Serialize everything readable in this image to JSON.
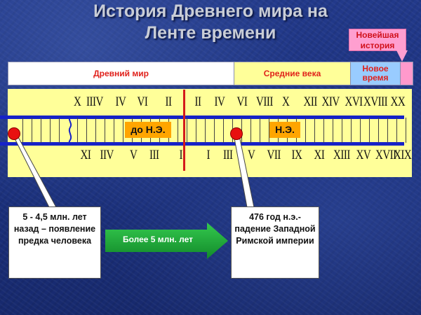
{
  "title": {
    "line1": "История Древнего мира на",
    "line2": "Ленте времени"
  },
  "eras": [
    {
      "label": "Древний мир",
      "color": "#ffffff"
    },
    {
      "label": "Средние века",
      "color": "#ffff99"
    },
    {
      "label": "Новое время",
      "color": "#99ccff"
    },
    {
      "label": "",
      "color": "#ff99cc"
    }
  ],
  "newest_history_label": "Новейшая история",
  "timeline": {
    "bc_label": "до Н.Э.",
    "ad_label": "Н.Э.",
    "top_numerals": [
      "X",
      "IIIV",
      "IV",
      "VI",
      "II",
      "II",
      "IV",
      "VI",
      "VIII",
      "X",
      "XII",
      "XIV",
      "XVI",
      "XVIII",
      "XX"
    ],
    "bottom_numerals": [
      "XI",
      "IIV",
      "V",
      "III",
      "I",
      "I",
      "III",
      "V",
      "VII",
      "IX",
      "XI",
      "XIII",
      "XV",
      "XVII",
      "XIX"
    ]
  },
  "notes": {
    "left": "5 - 4,5 млн. лет назад – появление предка человека",
    "right": "476 год н.э.- падение Западной Римской империи",
    "arrow": "Более 5 млн. лет"
  },
  "colors": {
    "timeline_bg": "#ffff99",
    "track": "#1622c8",
    "era_label_bg": "#ffa500",
    "divider": "#d41a1a",
    "marker": "#e81010",
    "arrow": "#1ea83a"
  }
}
